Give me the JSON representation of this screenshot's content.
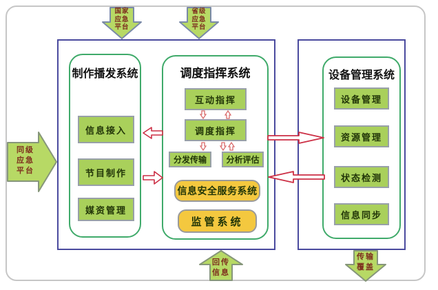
{
  "colors": {
    "arrow_green": "#b7d965",
    "module_green": "#a9d05b",
    "container_border": "#3faa6a",
    "frame_blue": "#4a4a9e",
    "outer_gray": "#c6c6c6",
    "module_border": "#98a0a8",
    "yellow_fill": "#f4c83f",
    "red_arrow": "#cc2f45",
    "pink_arrow": "#d96b6b",
    "arrow_text": "#7e2f1e",
    "module_text": "#223608",
    "title_text": "#111111"
  },
  "external_arrows": {
    "national": {
      "label": "国家应急平台",
      "lines": [
        "国家",
        "应急",
        "平台"
      ]
    },
    "provincial": {
      "label": "省级应急平台",
      "lines": [
        "省级",
        "应急",
        "平台"
      ]
    },
    "peer": {
      "label": "同级应急平台",
      "lines": [
        "同级",
        "应急",
        "平台"
      ]
    },
    "feedback": {
      "label": "回传信息",
      "lines": [
        "回传",
        "信息"
      ]
    },
    "coverage": {
      "label": "传输覆盖",
      "lines": [
        "传输",
        "覆盖"
      ]
    }
  },
  "systems": {
    "production": {
      "title": "制作播发系统",
      "modules": [
        "信息接入",
        "节目制作",
        "媒资管理"
      ]
    },
    "dispatch": {
      "title": "调度指挥系统",
      "modules": [
        "互动指挥",
        "调度指挥",
        "分发传输",
        "分析评估"
      ],
      "highlight_modules": [
        "信息安全服务系统",
        "监管系统"
      ]
    },
    "equipment": {
      "title": "设备管理系统",
      "modules": [
        "设备管理",
        "资源管理",
        "状态检测",
        "信息同步"
      ]
    }
  }
}
